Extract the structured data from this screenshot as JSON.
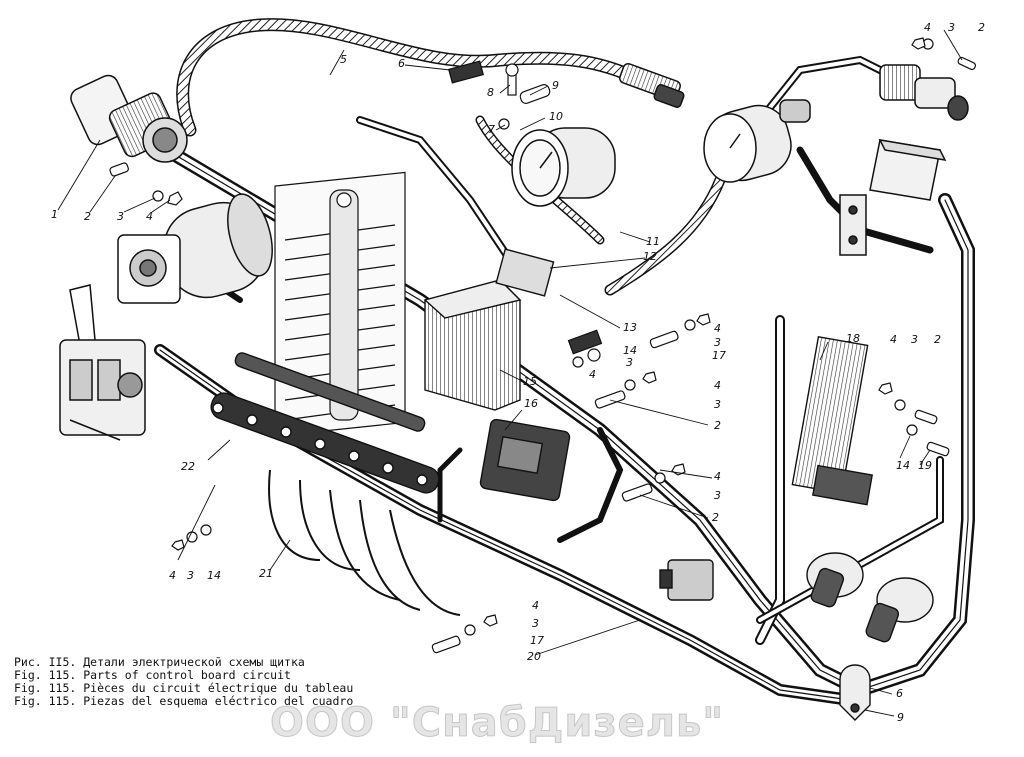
{
  "callouts": [
    {
      "id": "c1",
      "text": "1"
    },
    {
      "id": "c2a",
      "text": "2"
    },
    {
      "id": "c3a",
      "text": "3"
    },
    {
      "id": "c4a",
      "text": "4"
    },
    {
      "id": "c5",
      "text": "5"
    },
    {
      "id": "c6a",
      "text": "6"
    },
    {
      "id": "c8",
      "text": "8"
    },
    {
      "id": "c9a",
      "text": "9"
    },
    {
      "id": "c7",
      "text": "7"
    },
    {
      "id": "c10",
      "text": "10"
    },
    {
      "id": "c4b",
      "text": "4"
    },
    {
      "id": "c3b",
      "text": "3"
    },
    {
      "id": "c2b",
      "text": "2"
    },
    {
      "id": "c11",
      "text": "11"
    },
    {
      "id": "c12",
      "text": "12"
    },
    {
      "id": "c13",
      "text": "13"
    },
    {
      "id": "c14a",
      "text": "14"
    },
    {
      "id": "c3c",
      "text": "3"
    },
    {
      "id": "c4c",
      "text": "4"
    },
    {
      "id": "c4d",
      "text": "4"
    },
    {
      "id": "c3d",
      "text": "3"
    },
    {
      "id": "c17a",
      "text": "17"
    },
    {
      "id": "c15",
      "text": "15"
    },
    {
      "id": "c4e",
      "text": "4"
    },
    {
      "id": "c3e",
      "text": "3"
    },
    {
      "id": "c2c",
      "text": "2"
    },
    {
      "id": "c16",
      "text": "16"
    },
    {
      "id": "c4f",
      "text": "4"
    },
    {
      "id": "c3f",
      "text": "3"
    },
    {
      "id": "c2d",
      "text": "2"
    },
    {
      "id": "c18",
      "text": "18"
    },
    {
      "id": "c4g",
      "text": "4"
    },
    {
      "id": "c3g",
      "text": "3"
    },
    {
      "id": "c2e",
      "text": "2"
    },
    {
      "id": "c14b",
      "text": "14"
    },
    {
      "id": "c19",
      "text": "19"
    },
    {
      "id": "c22",
      "text": "22"
    },
    {
      "id": "c4h",
      "text": "4"
    },
    {
      "id": "c3h",
      "text": "3"
    },
    {
      "id": "c14c",
      "text": "14"
    },
    {
      "id": "c21",
      "text": "21"
    },
    {
      "id": "c4i",
      "text": "4"
    },
    {
      "id": "c3i",
      "text": "3"
    },
    {
      "id": "c17b",
      "text": "17"
    },
    {
      "id": "c20",
      "text": "20"
    },
    {
      "id": "c6b",
      "text": "6"
    },
    {
      "id": "c9b",
      "text": "9"
    }
  ],
  "caption": {
    "ru": "Рис. II5. Детали электрической схемы щитка",
    "en": "Fig. 115. Parts of control board circuit",
    "fr": "Fig. 115. Pièces du circuit électrique du tableau",
    "es": "Fig. 115. Piezas del esquema eléctrico del cuadro"
  },
  "watermark": "ООО \"СнабДизель\""
}
